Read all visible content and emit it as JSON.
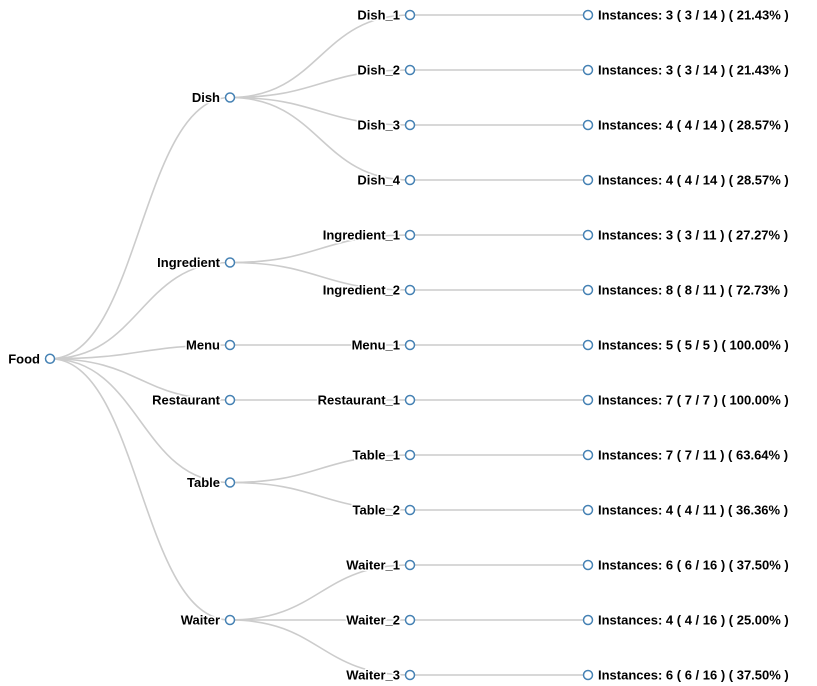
{
  "diagram": {
    "type": "horizontal-tree",
    "colors": {
      "background": "#ffffff",
      "edge": "#cccccc",
      "node_stroke": "#4682b4",
      "node_fill": "#ffffff",
      "label": "#000000"
    },
    "root": {
      "label": "Food",
      "children": [
        {
          "label": "Dish",
          "children": [
            {
              "label": "Dish_1",
              "children": [
                {
                  "label": "Instances: 3 ( 3 / 14 ) ( 21.43% )"
                }
              ]
            },
            {
              "label": "Dish_2",
              "children": [
                {
                  "label": "Instances: 3 ( 3 / 14 ) ( 21.43% )"
                }
              ]
            },
            {
              "label": "Dish_3",
              "children": [
                {
                  "label": "Instances: 4 ( 4 / 14 ) ( 28.57% )"
                }
              ]
            },
            {
              "label": "Dish_4",
              "children": [
                {
                  "label": "Instances: 4 ( 4 / 14 ) ( 28.57% )"
                }
              ]
            }
          ]
        },
        {
          "label": "Ingredient",
          "children": [
            {
              "label": "Ingredient_1",
              "children": [
                {
                  "label": "Instances: 3 ( 3 / 11 ) ( 27.27% )"
                }
              ]
            },
            {
              "label": "Ingredient_2",
              "children": [
                {
                  "label": "Instances: 8 ( 8 / 11 ) ( 72.73% )"
                }
              ]
            }
          ]
        },
        {
          "label": "Menu",
          "children": [
            {
              "label": "Menu_1",
              "children": [
                {
                  "label": "Instances: 5 ( 5 / 5 ) ( 100.00% )"
                }
              ]
            }
          ]
        },
        {
          "label": "Restaurant",
          "children": [
            {
              "label": "Restaurant_1",
              "children": [
                {
                  "label": "Instances: 7 ( 7 / 7 ) ( 100.00% )"
                }
              ]
            }
          ]
        },
        {
          "label": "Table",
          "children": [
            {
              "label": "Table_1",
              "children": [
                {
                  "label": "Instances: 7 ( 7 / 11 ) ( 63.64% )"
                }
              ]
            },
            {
              "label": "Table_2",
              "children": [
                {
                  "label": "Instances: 4 ( 4 / 11 ) ( 36.36% )"
                }
              ]
            }
          ]
        },
        {
          "label": "Waiter",
          "children": [
            {
              "label": "Waiter_1",
              "children": [
                {
                  "label": "Instances: 6 ( 6 / 16 ) ( 37.50% )"
                }
              ]
            },
            {
              "label": "Waiter_2",
              "children": [
                {
                  "label": "Instances: 4 ( 4 / 16 ) ( 25.00% )"
                }
              ]
            },
            {
              "label": "Waiter_3",
              "children": [
                {
                  "label": "Instances: 6 ( 6 / 16 ) ( 37.50% )"
                }
              ]
            }
          ]
        }
      ]
    }
  }
}
